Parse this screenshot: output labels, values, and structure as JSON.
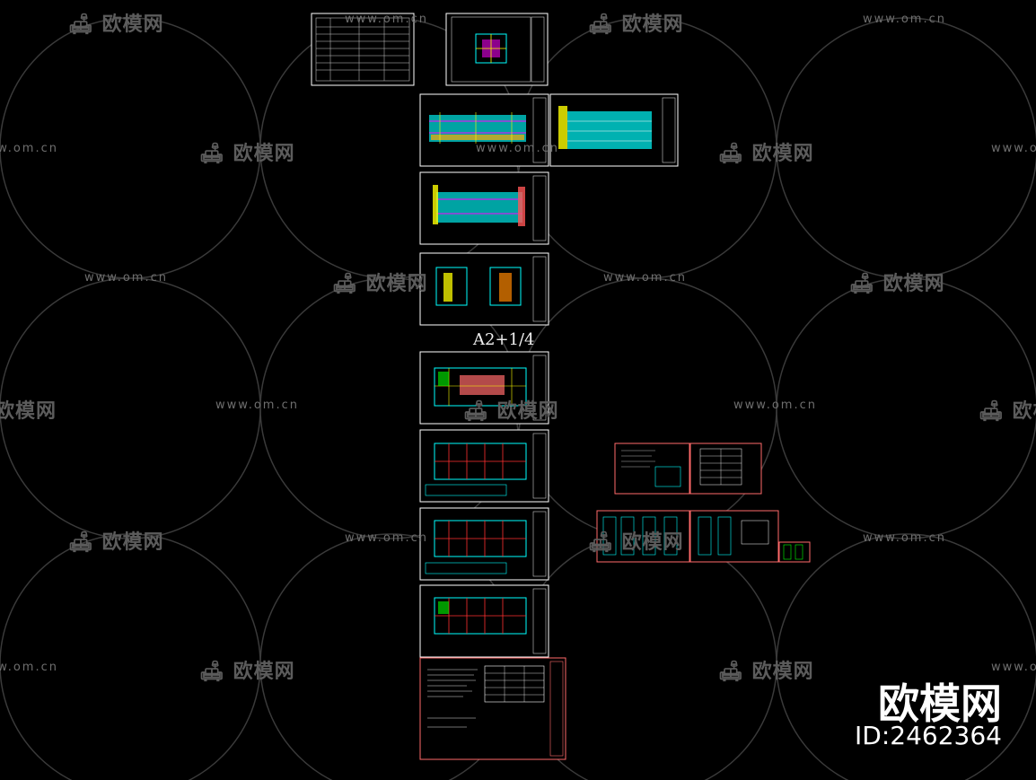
{
  "watermark": {
    "url": "www.om.cn",
    "logo": "欧模网",
    "logo_icon": "sofa-icon"
  },
  "drawing": {
    "sheet_label": "A2+1/4"
  },
  "brand": {
    "name": "欧模网",
    "id": "ID:2462364"
  },
  "colors": {
    "background": "#000000",
    "sheet_frame": "#ffffff",
    "red_frame": "#ff6a6a",
    "cyan": "#00ffff",
    "magenta": "#ff00ff",
    "yellow": "#ffff00",
    "green": "#00ff00",
    "red": "#ff3030",
    "watermark": "#6e6e6e"
  }
}
